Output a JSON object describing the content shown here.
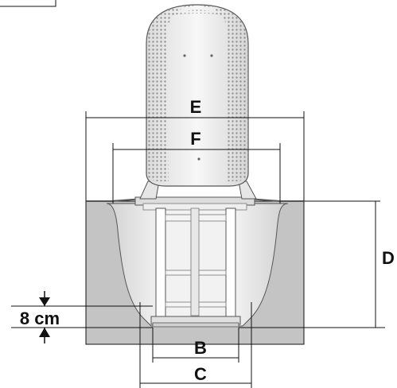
{
  "labels": {
    "e": "E",
    "f": "F",
    "d": "D",
    "b": "B",
    "c": "C",
    "depth": "8 cm"
  },
  "colors": {
    "ground": "#c4c4c4",
    "basin": "#e4e4e4",
    "cover": "#eeeeee",
    "perforation": "#8a8a8a",
    "frame": "#ffffff",
    "lines": "#111111"
  }
}
